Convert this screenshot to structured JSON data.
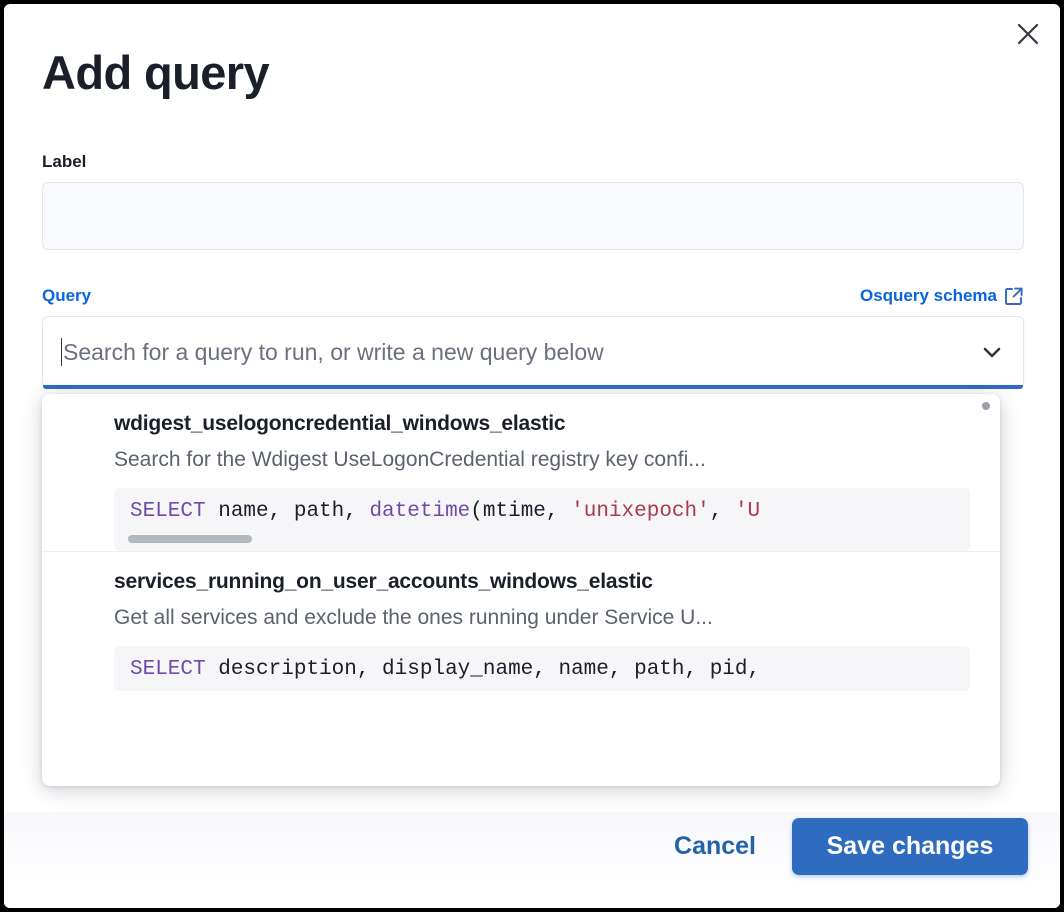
{
  "modal": {
    "title": "Add query",
    "close_icon": "close-icon"
  },
  "label_field": {
    "label": "Label",
    "value": "",
    "placeholder": ""
  },
  "query_section": {
    "label": "Query",
    "schema_link_text": "Osquery schema",
    "schema_link_icon": "external-link-icon",
    "combobox": {
      "value": "",
      "placeholder": "Search for a query to run, or write a new query below",
      "chevron_icon": "chevron-down-icon"
    }
  },
  "dropdown": {
    "items": [
      {
        "title": "wdigest_uselogoncredential_windows_elastic",
        "description": "Search for the Wdigest UseLogonCredential registry key confi...",
        "code_parts": [
          {
            "text": "SELECT",
            "kind": "kw"
          },
          {
            "text": " name, path, ",
            "kind": "plain"
          },
          {
            "text": "datetime",
            "kind": "fn"
          },
          {
            "text": "(mtime, ",
            "kind": "plain"
          },
          {
            "text": "'unixepoch'",
            "kind": "str"
          },
          {
            "text": ", ",
            "kind": "plain"
          },
          {
            "text": "'U",
            "kind": "str"
          }
        ],
        "has_code_scrollbar": true
      },
      {
        "title": "services_running_on_user_accounts_windows_elastic",
        "description": "Get all services and exclude the ones running under Service U...",
        "code_parts": [
          {
            "text": "SELECT",
            "kind": "kw"
          },
          {
            "text": " description, display_name, name, path, pid,",
            "kind": "plain"
          }
        ],
        "has_code_scrollbar": false
      }
    ]
  },
  "footer": {
    "cancel_label": "Cancel",
    "save_label": "Save changes"
  },
  "colors": {
    "accent": "#0b64dd",
    "primary_button": "#2f6cc0",
    "focus_underline": "#2f6cc0",
    "code_keyword": "#6e4ba8",
    "code_string": "#aa3b4b"
  }
}
